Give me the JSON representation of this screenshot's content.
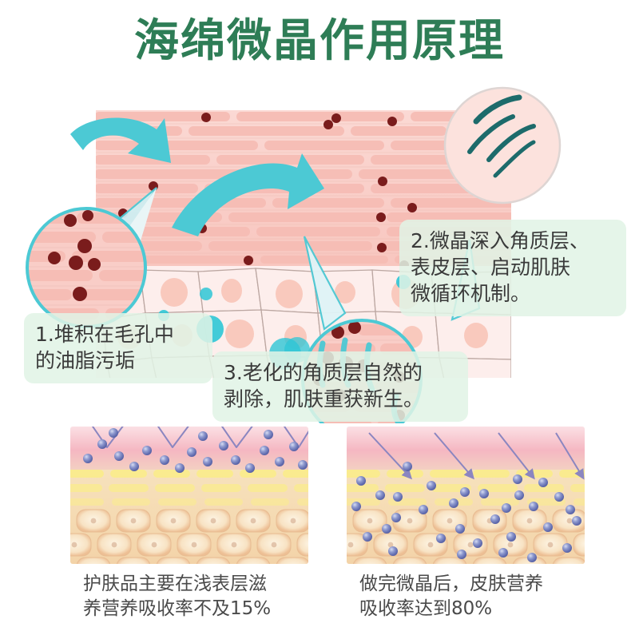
{
  "page": {
    "title": "海绵微晶作用原理",
    "title_color": "#2e7d56",
    "background": "#ffffff"
  },
  "callouts": [
    {
      "id": "callout-1",
      "number": "1.",
      "text": "1.堆积在毛孔中\n  的油脂污垢",
      "bg_color": "#e1f3e5"
    },
    {
      "id": "callout-2",
      "number": "2.",
      "text": "2.微晶深入角质层、\n  表皮层、启动肌肤\n  微循环机制。",
      "bg_color": "#e1f3e5"
    },
    {
      "id": "callout-3",
      "number": "3.",
      "text": "3.老化的角质层自然的\n  剥除，肌肤重获新生。",
      "bg_color": "#e1f3e5"
    }
  ],
  "comparison": {
    "left": {
      "caption": "护肤品主要在浅表层滋\n养营养吸收率不及15%",
      "absorption_rate": "15%",
      "arrow_style": "zigzag-reflected",
      "particle_color": "#7b86c4"
    },
    "right": {
      "caption": "做完微晶后，皮肤营养\n吸收率达到80%",
      "absorption_rate": "80%",
      "arrow_style": "straight-penetrating",
      "particle_color": "#7b86c4"
    }
  },
  "diagram": {
    "layers": [
      {
        "name": "角质层",
        "label_visible": false,
        "color": "#fbd6d2"
      },
      {
        "name": "表皮层",
        "label_visible": false,
        "color": "#fdeeee"
      }
    ],
    "colors": {
      "stratum_corneum": "#f9cdc7",
      "stratum_corneum_light": "#fde4df",
      "epidermis_cell": "#fdeeec",
      "epidermis_nucleus": "#f9cbc0",
      "dirt_dot": "#7b1d1d",
      "microcrystal": "#2ec6d6",
      "arrow_teal": "#4cc9d4",
      "boundary_dashed": "#f03c26",
      "magnifier_ring": "#4cc9d4",
      "scratch_mark": "#1d6b6b"
    },
    "magnifiers": [
      {
        "id": "magnifier-pores",
        "depicts": "堆积的油脂污垢"
      },
      {
        "id": "magnifier-peeling",
        "depicts": "老化角质层剥除"
      },
      {
        "id": "magnifier-smooth-skin",
        "depicts": "光滑新生肌肤"
      }
    ],
    "arrows": [
      {
        "id": "arrow-sweep-left",
        "direction": "down-right"
      },
      {
        "id": "arrow-sweep-right",
        "direction": "up-right"
      }
    ]
  }
}
